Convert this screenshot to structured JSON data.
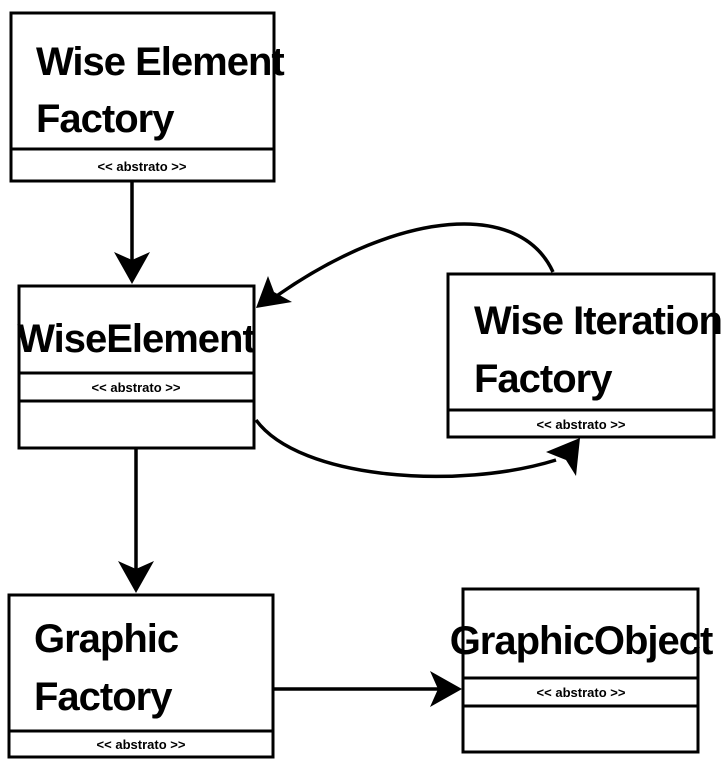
{
  "boxes": {
    "wise_element_factory": {
      "title_line1": "Wise Element",
      "title_line2": "Factory",
      "stereotype": "<< abstrato >>"
    },
    "wise_element": {
      "title": "WiseElement",
      "stereotype": "<< abstrato >>"
    },
    "wise_iteration_factory": {
      "title_line1": "Wise Iteration",
      "title_line2": "Factory",
      "stereotype": "<< abstrato >>"
    },
    "graphic_factory": {
      "title_line1": "Graphic",
      "title_line2": "Factory",
      "stereotype": "<< abstrato >>"
    },
    "graphic_object": {
      "title": "GraphicObject",
      "stereotype": "<< abstrato >>"
    }
  },
  "colors": {
    "stroke": "#000000",
    "background": "#ffffff"
  }
}
